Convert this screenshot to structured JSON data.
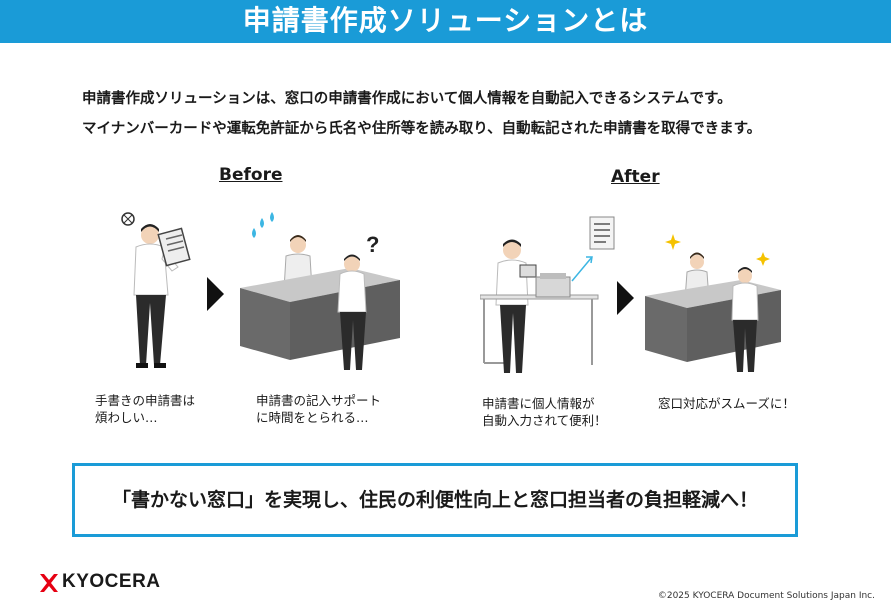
{
  "header": {
    "title": "申請書作成ソリューションとは"
  },
  "intro": {
    "line1": "申請書作成ソリューションは、窓口の申請書作成において個人情報を自動記入できるシステムです。",
    "line2": "マイナンバーカードや運転免許証から氏名や住所等を読み取り、自動転記された申請書を取得できます。"
  },
  "labels": {
    "before": "Before",
    "after": "After"
  },
  "captions": {
    "c1_line1": "手書きの申請書は",
    "c1_line2": "煩わしい…",
    "c2_line1": "申請書の記入サポート",
    "c2_line2": "に時間をとられる…",
    "c3_line1": "申請書に個人情報が",
    "c3_line2": "自動入力されて便利！",
    "c4_line1": "窓口対応がスムーズに！"
  },
  "banner": {
    "text": "「書かない窓口」を実現し、住民の利便性向上と窓口担当者の負担軽減へ！"
  },
  "footer": {
    "logo": "KYOCERA",
    "copyright": "©2025 KYOCERA Document Solutions Japan Inc."
  },
  "colors": {
    "accent": "#1a9bd7",
    "logo_red": "#e60012",
    "counter_top": "#c8c8c8",
    "counter_front": "#5f5f5f"
  },
  "icons": [
    "worry-icon",
    "question-mark-icon",
    "sweat-drops-icon",
    "sparkle-icon",
    "document-icon",
    "kyocera-logo-icon"
  ]
}
